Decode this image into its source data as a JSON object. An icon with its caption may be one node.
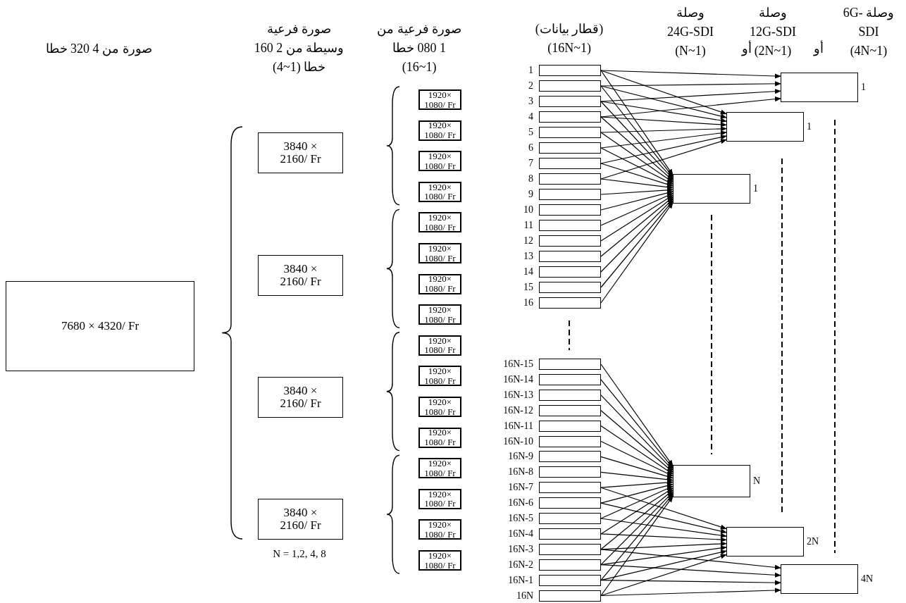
{
  "diagram": {
    "nodes": [
      {
        "text": [
          "7680 × 4320/ Fr"
        ]
      },
      {
        "text": [
          "3840 × 2160/ Fr"
        ]
      },
      {
        "text": [
          "3840 × 2160/ Fr"
        ]
      },
      {
        "text": [
          "3840 × 2160/ Fr"
        ]
      },
      {
        "text": [
          "3840 × 2160/ Fr"
        ]
      },
      {
        "text": [
          "1920× 1080/ Fr"
        ]
      },
      {
        "text": [
          "1920× 1080/ Fr"
        ]
      },
      {
        "text": [
          "1920× 1080/ Fr"
        ]
      },
      {
        "text": [
          "1920× 1080/ Fr"
        ]
      },
      {
        "text": [
          "1920× 1080/ Fr"
        ]
      },
      {
        "text": [
          "1920× 1080/ Fr"
        ]
      },
      {
        "text": [
          "1920× 1080/ Fr"
        ]
      },
      {
        "text": [
          "1920× 1080/ Fr"
        ]
      },
      {
        "text": [
          "1920× 1080/ Fr"
        ]
      },
      {
        "text": [
          "1920× 1080/ Fr"
        ]
      },
      {
        "text": [
          "1920× 1080/ Fr"
        ]
      },
      {
        "text": [
          "1920× 1080/ Fr"
        ]
      },
      {
        "text": [
          "1920× 1080/ Fr"
        ]
      },
      {
        "text": [
          "1920× 1080/ Fr"
        ]
      },
      {
        "text": [
          "1920× 1080/ Fr"
        ]
      },
      {
        "text": [
          "1920× 1080/ Fr"
        ]
      },
      {
        "text": [],
        "shape": "box",
        "beside": [
          "1"
        ]
      },
      {
        "text": [],
        "shape": "box",
        "beside": [
          "2"
        ]
      },
      {
        "text": [],
        "shape": "box",
        "beside": [
          "3"
        ]
      },
      {
        "text": [],
        "shape": "box",
        "beside": [
          "4"
        ]
      },
      {
        "text": [],
        "shape": "box",
        "beside": [
          "5"
        ]
      },
      {
        "text": [],
        "shape": "box",
        "beside": [
          "6"
        ]
      },
      {
        "text": [],
        "shape": "box",
        "beside": [
          "7"
        ]
      },
      {
        "text": [],
        "shape": "box",
        "beside": [
          "8"
        ]
      },
      {
        "text": [],
        "shape": "box",
        "beside": [
          "9"
        ]
      },
      {
        "text": [],
        "shape": "box",
        "beside": [
          "10"
        ]
      },
      {
        "text": [],
        "shape": "box",
        "beside": [
          "11"
        ]
      },
      {
        "text": [],
        "shape": "box",
        "beside": [
          "12"
        ]
      },
      {
        "text": [],
        "shape": "box",
        "beside": [
          "13"
        ]
      },
      {
        "text": [],
        "shape": "box",
        "beside": [
          "14"
        ]
      },
      {
        "text": [],
        "shape": "box",
        "beside": [
          "15"
        ]
      },
      {
        "text": [],
        "shape": "box",
        "beside": [
          "16"
        ]
      },
      {
        "text": [],
        "shape": "box",
        "beside": [
          "16N-15"
        ]
      },
      {
        "text": [],
        "shape": "box",
        "beside": [
          "16N-14"
        ]
      },
      {
        "text": [],
        "shape": "box",
        "beside": [
          "16N-13"
        ]
      },
      {
        "text": [],
        "shape": "box",
        "beside": [
          "16N-12"
        ]
      },
      {
        "text": [],
        "shape": "box",
        "beside": [
          "16N-11"
        ]
      },
      {
        "text": [],
        "shape": "box",
        "beside": [
          "16N-10"
        ]
      },
      {
        "text": [],
        "shape": "box",
        "beside": [
          "16N-9"
        ]
      },
      {
        "text": [],
        "shape": "box",
        "beside": [
          "16N-8"
        ]
      },
      {
        "text": [],
        "shape": "box",
        "beside": [
          "16N-7"
        ]
      },
      {
        "text": [],
        "shape": "box",
        "beside": [
          "16N-6"
        ]
      },
      {
        "text": [],
        "shape": "box",
        "beside": [
          "16N-5"
        ]
      },
      {
        "text": [],
        "shape": "box",
        "beside": [
          "16N-4"
        ]
      },
      {
        "text": [],
        "shape": "box",
        "beside": [
          "16N-3"
        ]
      },
      {
        "text": [],
        "shape": "box",
        "beside": [
          "16N-2"
        ]
      },
      {
        "text": [],
        "shape": "box",
        "beside": [
          "16N-1"
        ]
      },
      {
        "text": [],
        "shape": "box",
        "beside": [
          "16N"
        ]
      },
      {
        "text": [],
        "shape": "box",
        "beside": [
          "1"
        ]
      },
      {
        "text": [],
        "shape": "box",
        "beside": [
          "1"
        ]
      },
      {
        "text": [],
        "shape": "box",
        "beside": [
          "1"
        ]
      },
      {
        "text": [],
        "shape": "box",
        "beside": [
          "N"
        ]
      },
      {
        "text": [],
        "shape": "box",
        "beside": [
          "2N"
        ]
      },
      {
        "text": [],
        "shape": "box",
        "beside": [
          "4N"
        ]
      }
    ],
    "edges": [
      {
        "from": 21,
        "to": 55,
        "arrow": "to"
      },
      {
        "from": 21,
        "to": 54,
        "arrow": "to"
      },
      {
        "from": 21,
        "to": 53,
        "arrow": "to"
      },
      {
        "from": 22,
        "to": 55,
        "arrow": "to"
      },
      {
        "from": 22,
        "to": 54,
        "arrow": "to"
      },
      {
        "from": 22,
        "to": 53,
        "arrow": "to"
      },
      {
        "from": 23,
        "to": 55,
        "arrow": "to"
      },
      {
        "from": 23,
        "to": 54,
        "arrow": "to"
      },
      {
        "from": 23,
        "to": 53,
        "arrow": "to"
      },
      {
        "from": 24,
        "to": 55,
        "arrow": "to"
      },
      {
        "from": 24,
        "to": 54,
        "arrow": "to"
      },
      {
        "from": 24,
        "to": 53,
        "arrow": "to"
      },
      {
        "from": 25,
        "to": 54,
        "arrow": "to"
      },
      {
        "from": 25,
        "to": 53,
        "arrow": "to"
      },
      {
        "from": 26,
        "to": 54,
        "arrow": "to"
      },
      {
        "from": 26,
        "to": 53,
        "arrow": "to"
      },
      {
        "from": 27,
        "to": 54,
        "arrow": "to"
      },
      {
        "from": 27,
        "to": 53,
        "arrow": "to"
      },
      {
        "from": 28,
        "to": 54,
        "arrow": "to"
      },
      {
        "from": 28,
        "to": 53,
        "arrow": "to"
      },
      {
        "from": 29,
        "to": 53,
        "arrow": "to"
      },
      {
        "from": 30,
        "to": 53,
        "arrow": "to"
      },
      {
        "from": 31,
        "to": 53,
        "arrow": "to"
      },
      {
        "from": 32,
        "to": 53,
        "arrow": "to"
      },
      {
        "from": 33,
        "to": 53,
        "arrow": "to"
      },
      {
        "from": 34,
        "to": 53,
        "arrow": "to"
      },
      {
        "from": 35,
        "to": 53,
        "arrow": "to"
      },
      {
        "from": 36,
        "to": 53,
        "arrow": "to"
      },
      {
        "from": 37,
        "to": 56,
        "arrow": "to"
      },
      {
        "from": 38,
        "to": 56,
        "arrow": "to"
      },
      {
        "from": 39,
        "to": 56,
        "arrow": "to"
      },
      {
        "from": 40,
        "to": 56,
        "arrow": "to"
      },
      {
        "from": 41,
        "to": 56,
        "arrow": "to"
      },
      {
        "from": 42,
        "to": 56,
        "arrow": "to"
      },
      {
        "from": 43,
        "to": 56,
        "arrow": "to"
      },
      {
        "from": 44,
        "to": 56,
        "arrow": "to"
      },
      {
        "from": 45,
        "to": 56,
        "arrow": "to"
      },
      {
        "from": 45,
        "to": 57,
        "arrow": "to"
      },
      {
        "from": 46,
        "to": 56,
        "arrow": "to"
      },
      {
        "from": 46,
        "to": 57,
        "arrow": "to"
      },
      {
        "from": 47,
        "to": 56,
        "arrow": "to"
      },
      {
        "from": 47,
        "to": 57,
        "arrow": "to"
      },
      {
        "from": 48,
        "to": 56,
        "arrow": "to"
      },
      {
        "from": 48,
        "to": 57,
        "arrow": "to"
      },
      {
        "from": 49,
        "to": 56,
        "arrow": "to"
      },
      {
        "from": 49,
        "to": 57,
        "arrow": "to"
      },
      {
        "from": 49,
        "to": 58,
        "arrow": "to"
      },
      {
        "from": 50,
        "to": 56,
        "arrow": "to"
      },
      {
        "from": 50,
        "to": 57,
        "arrow": "to"
      },
      {
        "from": 50,
        "to": 58,
        "arrow": "to"
      },
      {
        "from": 51,
        "to": 56,
        "arrow": "to"
      },
      {
        "from": 51,
        "to": 57,
        "arrow": "to"
      },
      {
        "from": 51,
        "to": 58,
        "arrow": "to"
      },
      {
        "from": 52,
        "to": 56,
        "arrow": "to"
      },
      {
        "from": 52,
        "to": 57,
        "arrow": "to"
      },
      {
        "from": 52,
        "to": 58,
        "arrow": "to"
      }
    ],
    "labels": [
      "صورة من 4 320 خطا",
      "صورة فرعية وسيطة من 2 160 خطا (1~4)",
      "صورة فرعية من 1 080 خطا (1~16)",
      "(قطار بيانات) (1~16N)",
      "وصلة 24G-SDI (N~1)",
      "أو",
      "وصلة 12G-SDI (2N~1)",
      "أو",
      "وصلة 6G-SDI (4N~1)",
      "N = 1,2, 4, 8"
    ]
  }
}
